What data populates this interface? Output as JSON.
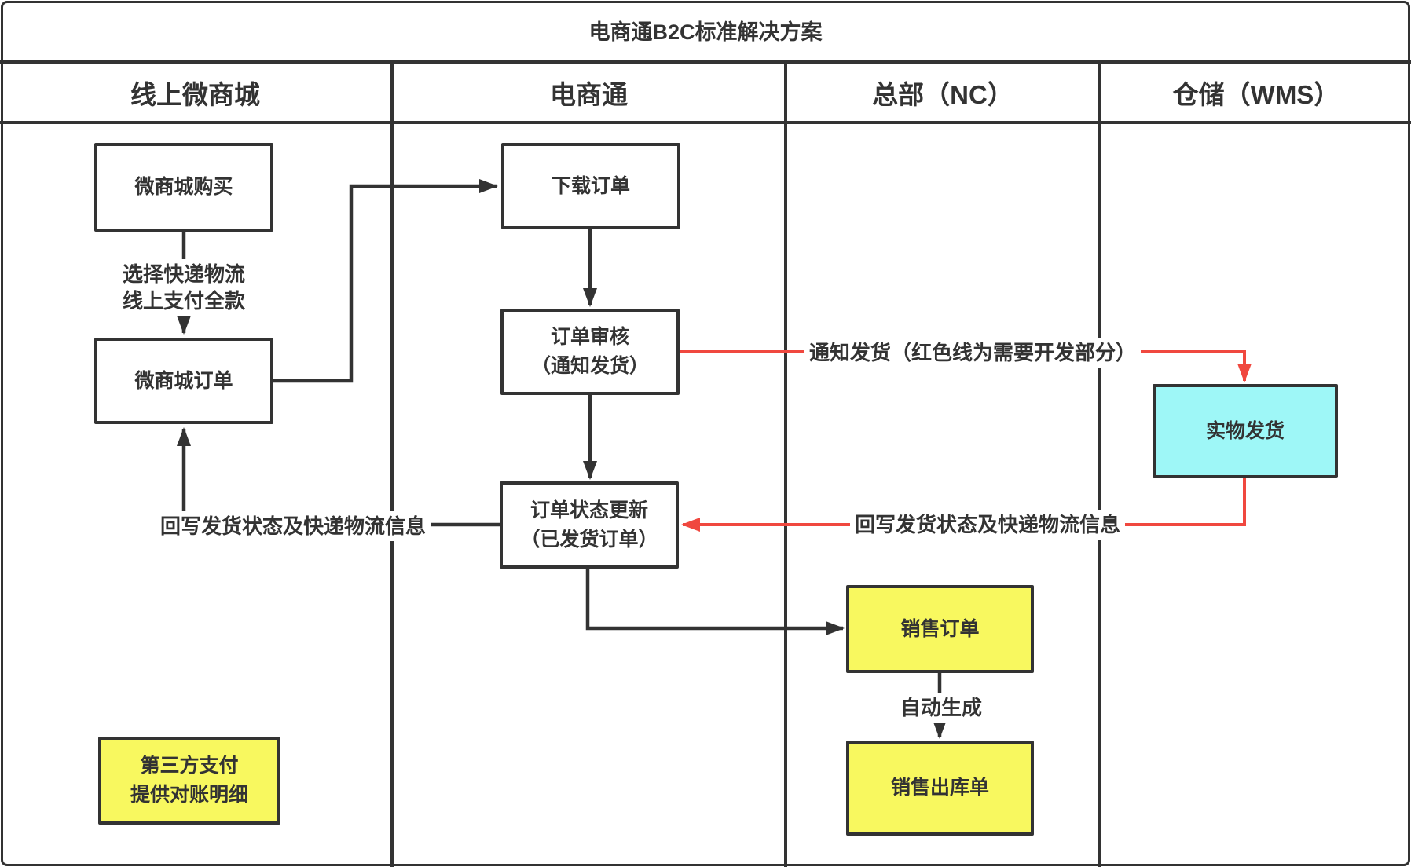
{
  "title": "电商通B2C标准解决方案",
  "lanes": [
    {
      "label": "线上微商城"
    },
    {
      "label": "电商通"
    },
    {
      "label": "总部（NC）"
    },
    {
      "label": "仓储（WMS）"
    }
  ],
  "nodes": {
    "buy": {
      "label": "微商城购买"
    },
    "wechat_order": {
      "label": "微商城订单"
    },
    "download": {
      "label": "下载订单"
    },
    "audit": {
      "label": "订单审核\n（通知发货）"
    },
    "update": {
      "label": "订单状态更新\n（已发货订单）"
    },
    "ship": {
      "label": "实物发货"
    },
    "sales_order": {
      "label": "销售订单"
    },
    "outbound": {
      "label": "销售出库单"
    },
    "third_party": {
      "label": "第三方支付\n提供对账明细"
    }
  },
  "edge_labels": {
    "pay": "选择快递物流\n线上支付全款",
    "notify": "通知发货（红色线为需要开发部分）",
    "writeback_wms": "回写发货状态及快递物流信息",
    "writeback_mall": "回写发货状态及快递物流信息",
    "auto_generate": "自动生成"
  },
  "colors": {
    "line": "#333333",
    "text": "#333333",
    "red": "#F0483F",
    "yellow": "#F8F85F",
    "cyan": "#9EF7F7",
    "node_bg": "#FFFFFF",
    "canvas": "#FFFFFF"
  }
}
